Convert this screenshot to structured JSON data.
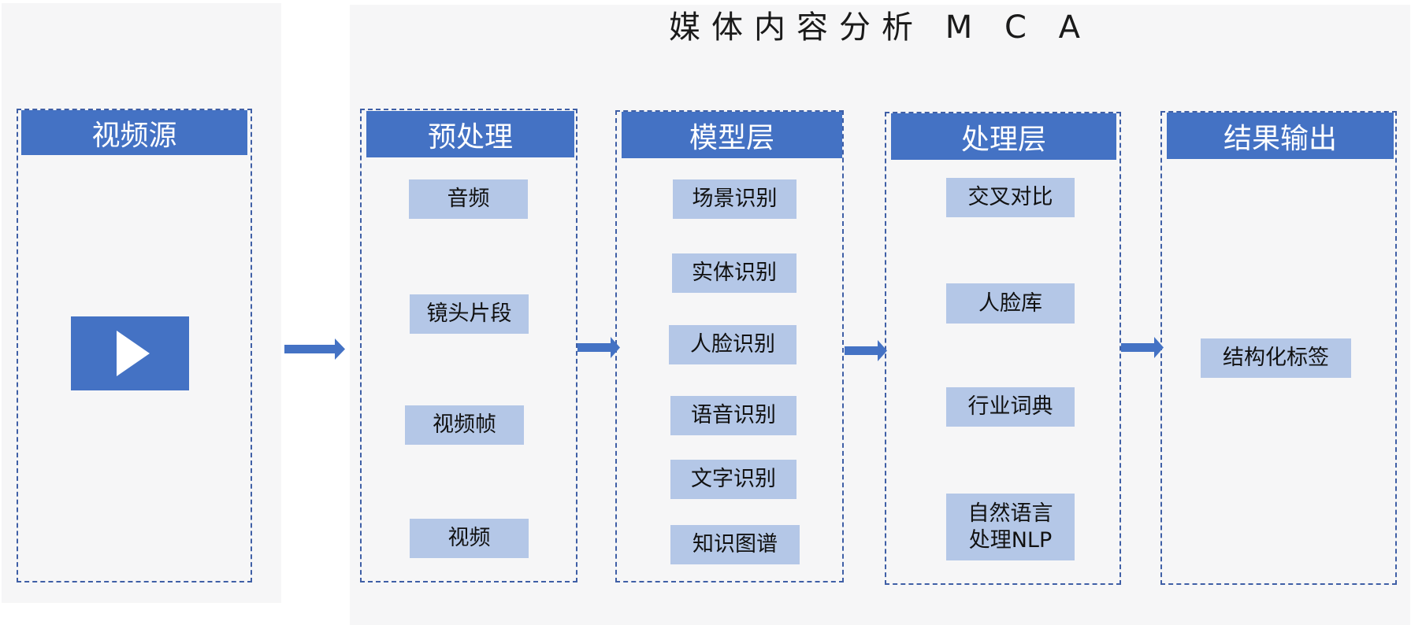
{
  "title": "媒体内容分析 M C A",
  "source": {
    "header": "视频源",
    "icon": "play-icon"
  },
  "columns": [
    {
      "header": "预处理",
      "items": [
        "音频",
        "镜头片段",
        "视频帧",
        "视频"
      ]
    },
    {
      "header": "模型层",
      "items": [
        "场景识别",
        "实体识别",
        "人脸识别",
        "语音识别",
        "文字识别",
        "知识图谱"
      ]
    },
    {
      "header": "处理层",
      "items": [
        "交叉对比",
        "人脸库",
        "行业词典",
        "自然语言\n处理NLP"
      ]
    },
    {
      "header": "结果输出",
      "items": [
        "结构化标签"
      ]
    }
  ],
  "colors": {
    "header": "#4472c4",
    "item": "#b4c7e7",
    "border": "#3f5fa6",
    "background": "#f6f6f7"
  }
}
